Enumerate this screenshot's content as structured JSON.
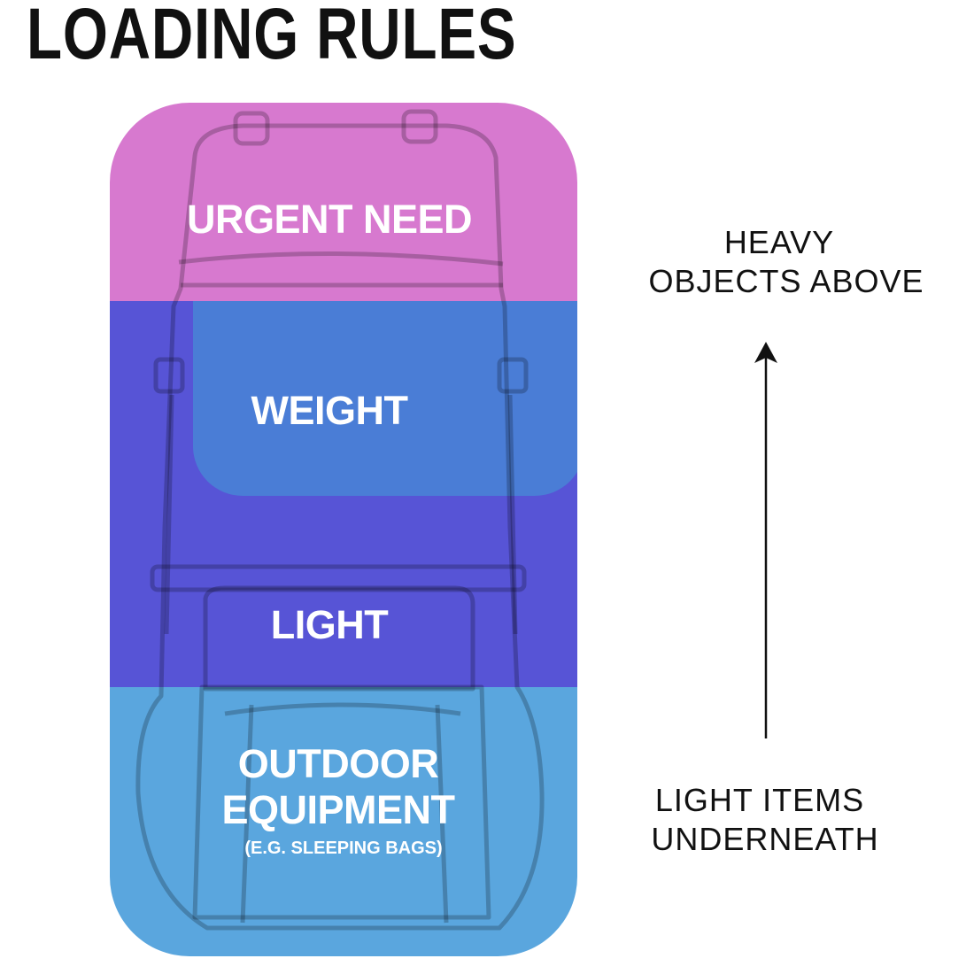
{
  "title": "LOADING RULES",
  "zones": {
    "urgent": {
      "label": "URGENT NEED",
      "color": "#d779cf"
    },
    "weight": {
      "label": "WEIGHT",
      "color": "#4a7dd6"
    },
    "light": {
      "label": "LIGHT",
      "color": "#5754d6"
    },
    "outdoor": {
      "label_line1": "OUTDOOR",
      "label_line2": "EQUIPMENT",
      "note": "(E.G. SLEEPING BAGS)",
      "color": "#5aa6de"
    }
  },
  "annotations": {
    "top_line1": "HEAVY",
    "top_line2": "OBJECTS ABOVE",
    "bottom_line1": "LIGHT ITEMS",
    "bottom_line2": "UNDERNEATH"
  }
}
